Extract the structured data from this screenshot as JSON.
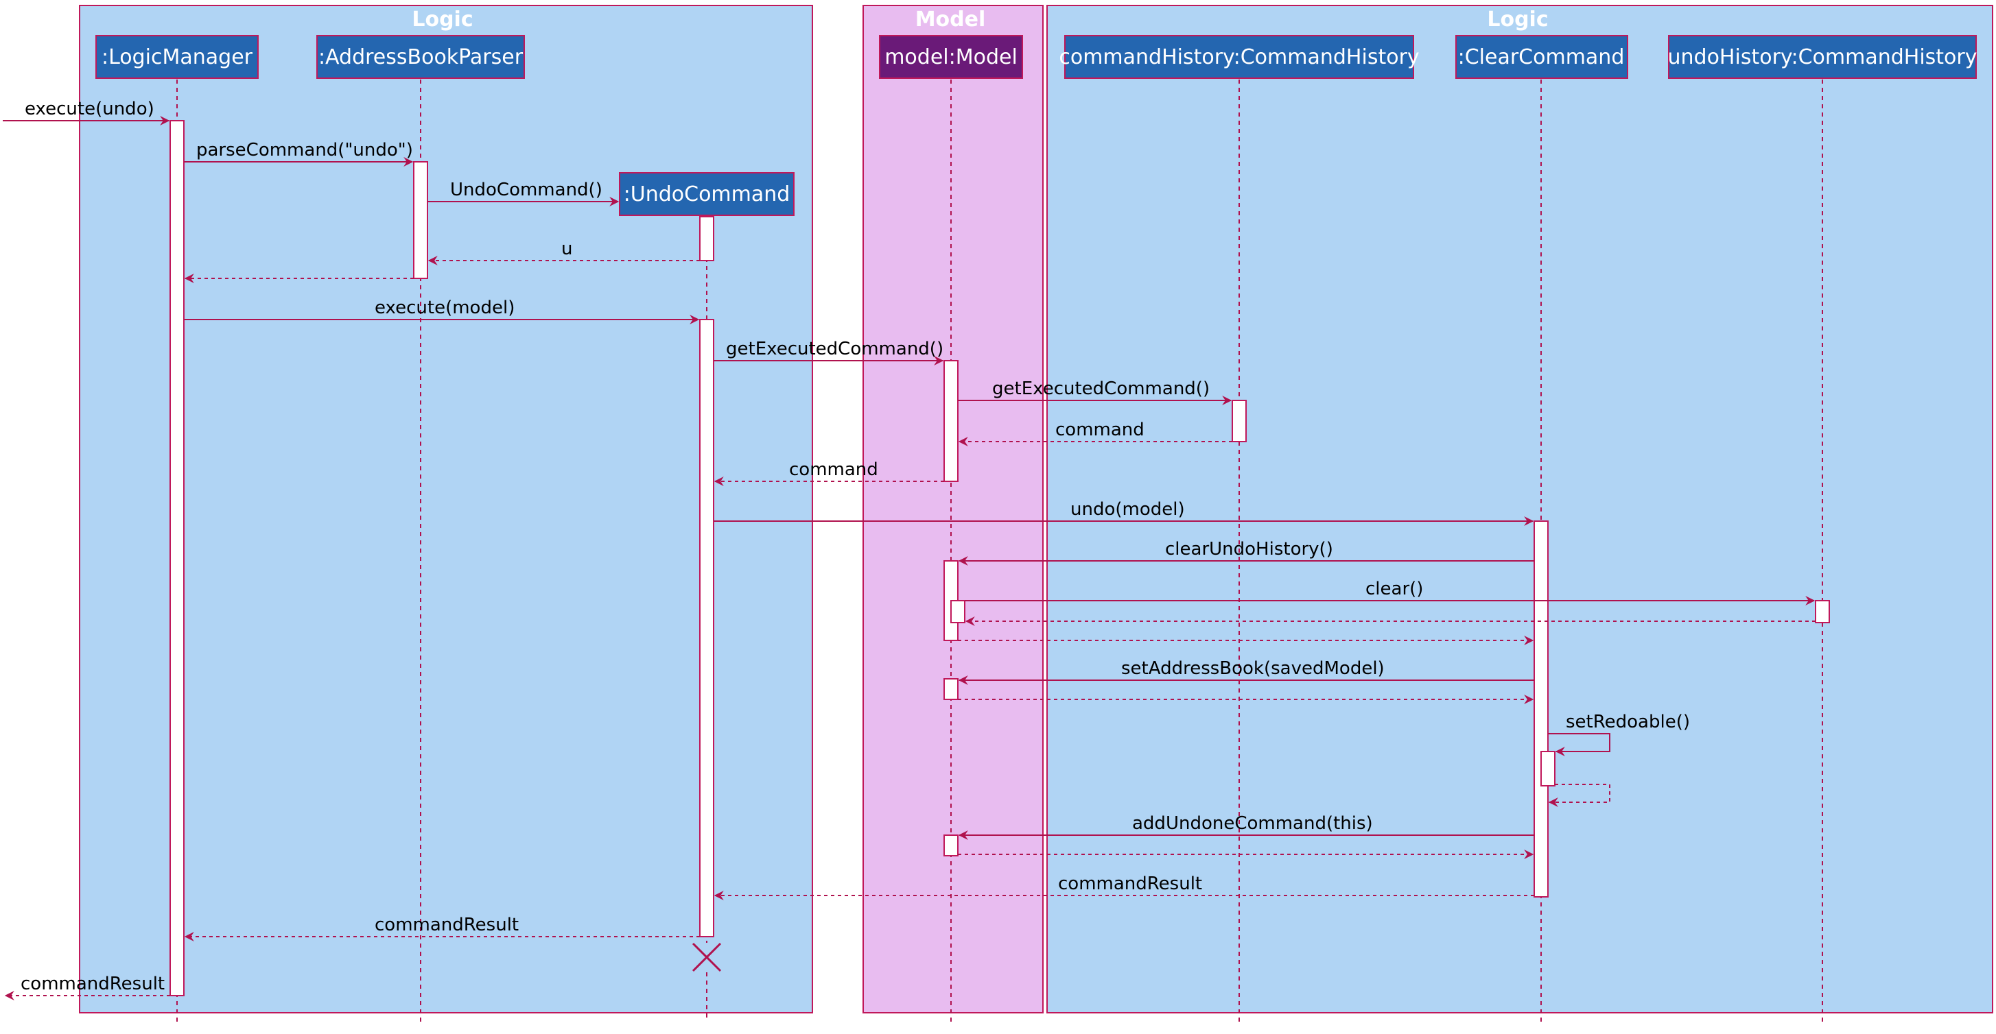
{
  "groups": [
    {
      "title": "Logic"
    },
    {
      "title": "Model"
    },
    {
      "title": "Logic"
    }
  ],
  "participants": [
    {
      "id": "lm",
      "label": ":LogicManager"
    },
    {
      "id": "abp",
      "label": ":AddressBookParser"
    },
    {
      "id": "uc",
      "label": ":UndoCommand"
    },
    {
      "id": "model",
      "label": "model:Model"
    },
    {
      "id": "ch",
      "label": "commandHistory:CommandHistory"
    },
    {
      "id": "cc",
      "label": ":ClearCommand"
    },
    {
      "id": "uh",
      "label": "undoHistory:CommandHistory"
    }
  ],
  "messages": [
    {
      "id": "m1",
      "label": "execute(undo)",
      "from": "external",
      "to": "lm",
      "kind": "call"
    },
    {
      "id": "m2",
      "label": "parseCommand(\"undo\")",
      "from": "lm",
      "to": "abp",
      "kind": "call"
    },
    {
      "id": "m3",
      "label": "UndoCommand()",
      "from": "abp",
      "to": "uc",
      "kind": "create"
    },
    {
      "id": "m4",
      "label": "u",
      "from": "uc",
      "to": "abp",
      "kind": "return"
    },
    {
      "id": "m5",
      "label": "",
      "from": "abp",
      "to": "lm",
      "kind": "return"
    },
    {
      "id": "m6",
      "label": "execute(model)",
      "from": "lm",
      "to": "uc",
      "kind": "call"
    },
    {
      "id": "m7",
      "label": "getExecutedCommand()",
      "from": "uc",
      "to": "model",
      "kind": "call"
    },
    {
      "id": "m8",
      "label": "getExecutedCommand()",
      "from": "model",
      "to": "ch",
      "kind": "call"
    },
    {
      "id": "m9",
      "label": "command",
      "from": "ch",
      "to": "model",
      "kind": "return"
    },
    {
      "id": "m10",
      "label": "command",
      "from": "model",
      "to": "uc",
      "kind": "return"
    },
    {
      "id": "m11",
      "label": "undo(model)",
      "from": "uc",
      "to": "cc",
      "kind": "call"
    },
    {
      "id": "m12",
      "label": "clearUndoHistory()",
      "from": "cc",
      "to": "model",
      "kind": "call"
    },
    {
      "id": "m13",
      "label": "clear()",
      "from": "model",
      "to": "uh",
      "kind": "call"
    },
    {
      "id": "m14",
      "label": "",
      "from": "uh",
      "to": "model",
      "kind": "return"
    },
    {
      "id": "m15",
      "label": "",
      "from": "model",
      "to": "cc",
      "kind": "return"
    },
    {
      "id": "m16",
      "label": "setAddressBook(savedModel)",
      "from": "cc",
      "to": "model",
      "kind": "call"
    },
    {
      "id": "m17",
      "label": "",
      "from": "model",
      "to": "cc",
      "kind": "return"
    },
    {
      "id": "m18",
      "label": "setRedoable()",
      "from": "cc",
      "to": "cc",
      "kind": "self-call"
    },
    {
      "id": "m19",
      "label": "",
      "from": "cc",
      "to": "cc",
      "kind": "self-return"
    },
    {
      "id": "m20",
      "label": "addUndoneCommand(this)",
      "from": "cc",
      "to": "model",
      "kind": "call"
    },
    {
      "id": "m21",
      "label": "",
      "from": "model",
      "to": "cc",
      "kind": "return"
    },
    {
      "id": "m22",
      "label": "commandResult",
      "from": "cc",
      "to": "uc",
      "kind": "return"
    },
    {
      "id": "m23",
      "label": "commandResult",
      "from": "uc",
      "to": "lm",
      "kind": "return"
    },
    {
      "id": "m24",
      "label": "commandResult",
      "from": "lm",
      "to": "external",
      "kind": "return"
    }
  ],
  "destroyed": [
    "uc"
  ],
  "colors": {
    "logic_fill": "#b0d4f4",
    "model_fill": "#e8bcf0",
    "frame_stroke": "#c0185a",
    "participant_fill": "#2466b0",
    "model_participant_fill": "#6a1a78",
    "arrow": "#b0124e"
  }
}
